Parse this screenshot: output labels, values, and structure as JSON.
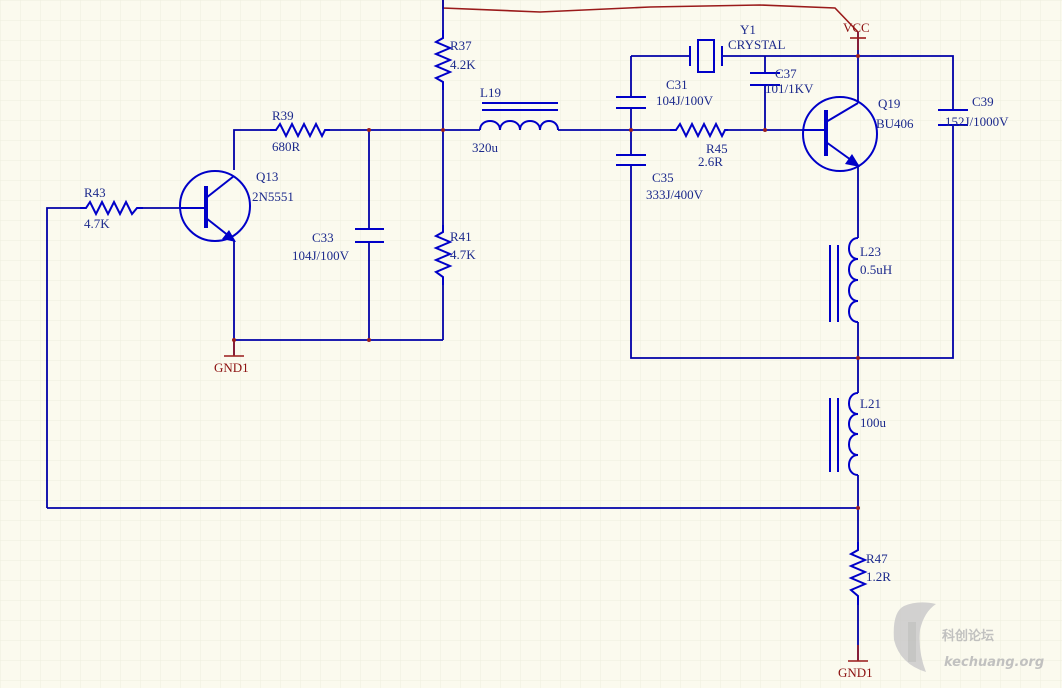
{
  "components": {
    "r37": {
      "ref": "R37",
      "value": "4.2K"
    },
    "r39": {
      "ref": "R39",
      "value": "680R"
    },
    "r41": {
      "ref": "R41",
      "value": "4.7K"
    },
    "r43": {
      "ref": "R43",
      "value": "4.7K"
    },
    "r45": {
      "ref": "R45",
      "value": "2.6R"
    },
    "r47": {
      "ref": "R47",
      "value": "1.2R"
    },
    "q13": {
      "ref": "Q13",
      "value": "2N5551"
    },
    "q19": {
      "ref": "Q19",
      "value": "BU406"
    },
    "c31": {
      "ref": "C31",
      "value": "104J/100V"
    },
    "c33": {
      "ref": "C33",
      "value": "104J/100V"
    },
    "c35": {
      "ref": "C35",
      "value": "333J/400V"
    },
    "c37": {
      "ref": "C37",
      "value": "101/1KV"
    },
    "c39": {
      "ref": "C39",
      "value": "152J/1000V"
    },
    "l19": {
      "ref": "L19",
      "value": "320u"
    },
    "l21": {
      "ref": "L21",
      "value": "100u"
    },
    "l23": {
      "ref": "L23",
      "value": "0.5uH"
    },
    "y1": {
      "ref": "Y1",
      "value": "CRYSTAL"
    }
  },
  "power": {
    "vcc": "VCC",
    "gnd_left": "GND1",
    "gnd_bottom": "GND1"
  },
  "watermark": {
    "name": "科创论坛",
    "url": "kechuang.org"
  },
  "colors": {
    "background": "#fbfaee",
    "wire": "#0000a8",
    "component": "#0000c8",
    "power_port": "#9a1a1a",
    "grid": "#eeeede",
    "watermark": "#bdbdbd"
  }
}
